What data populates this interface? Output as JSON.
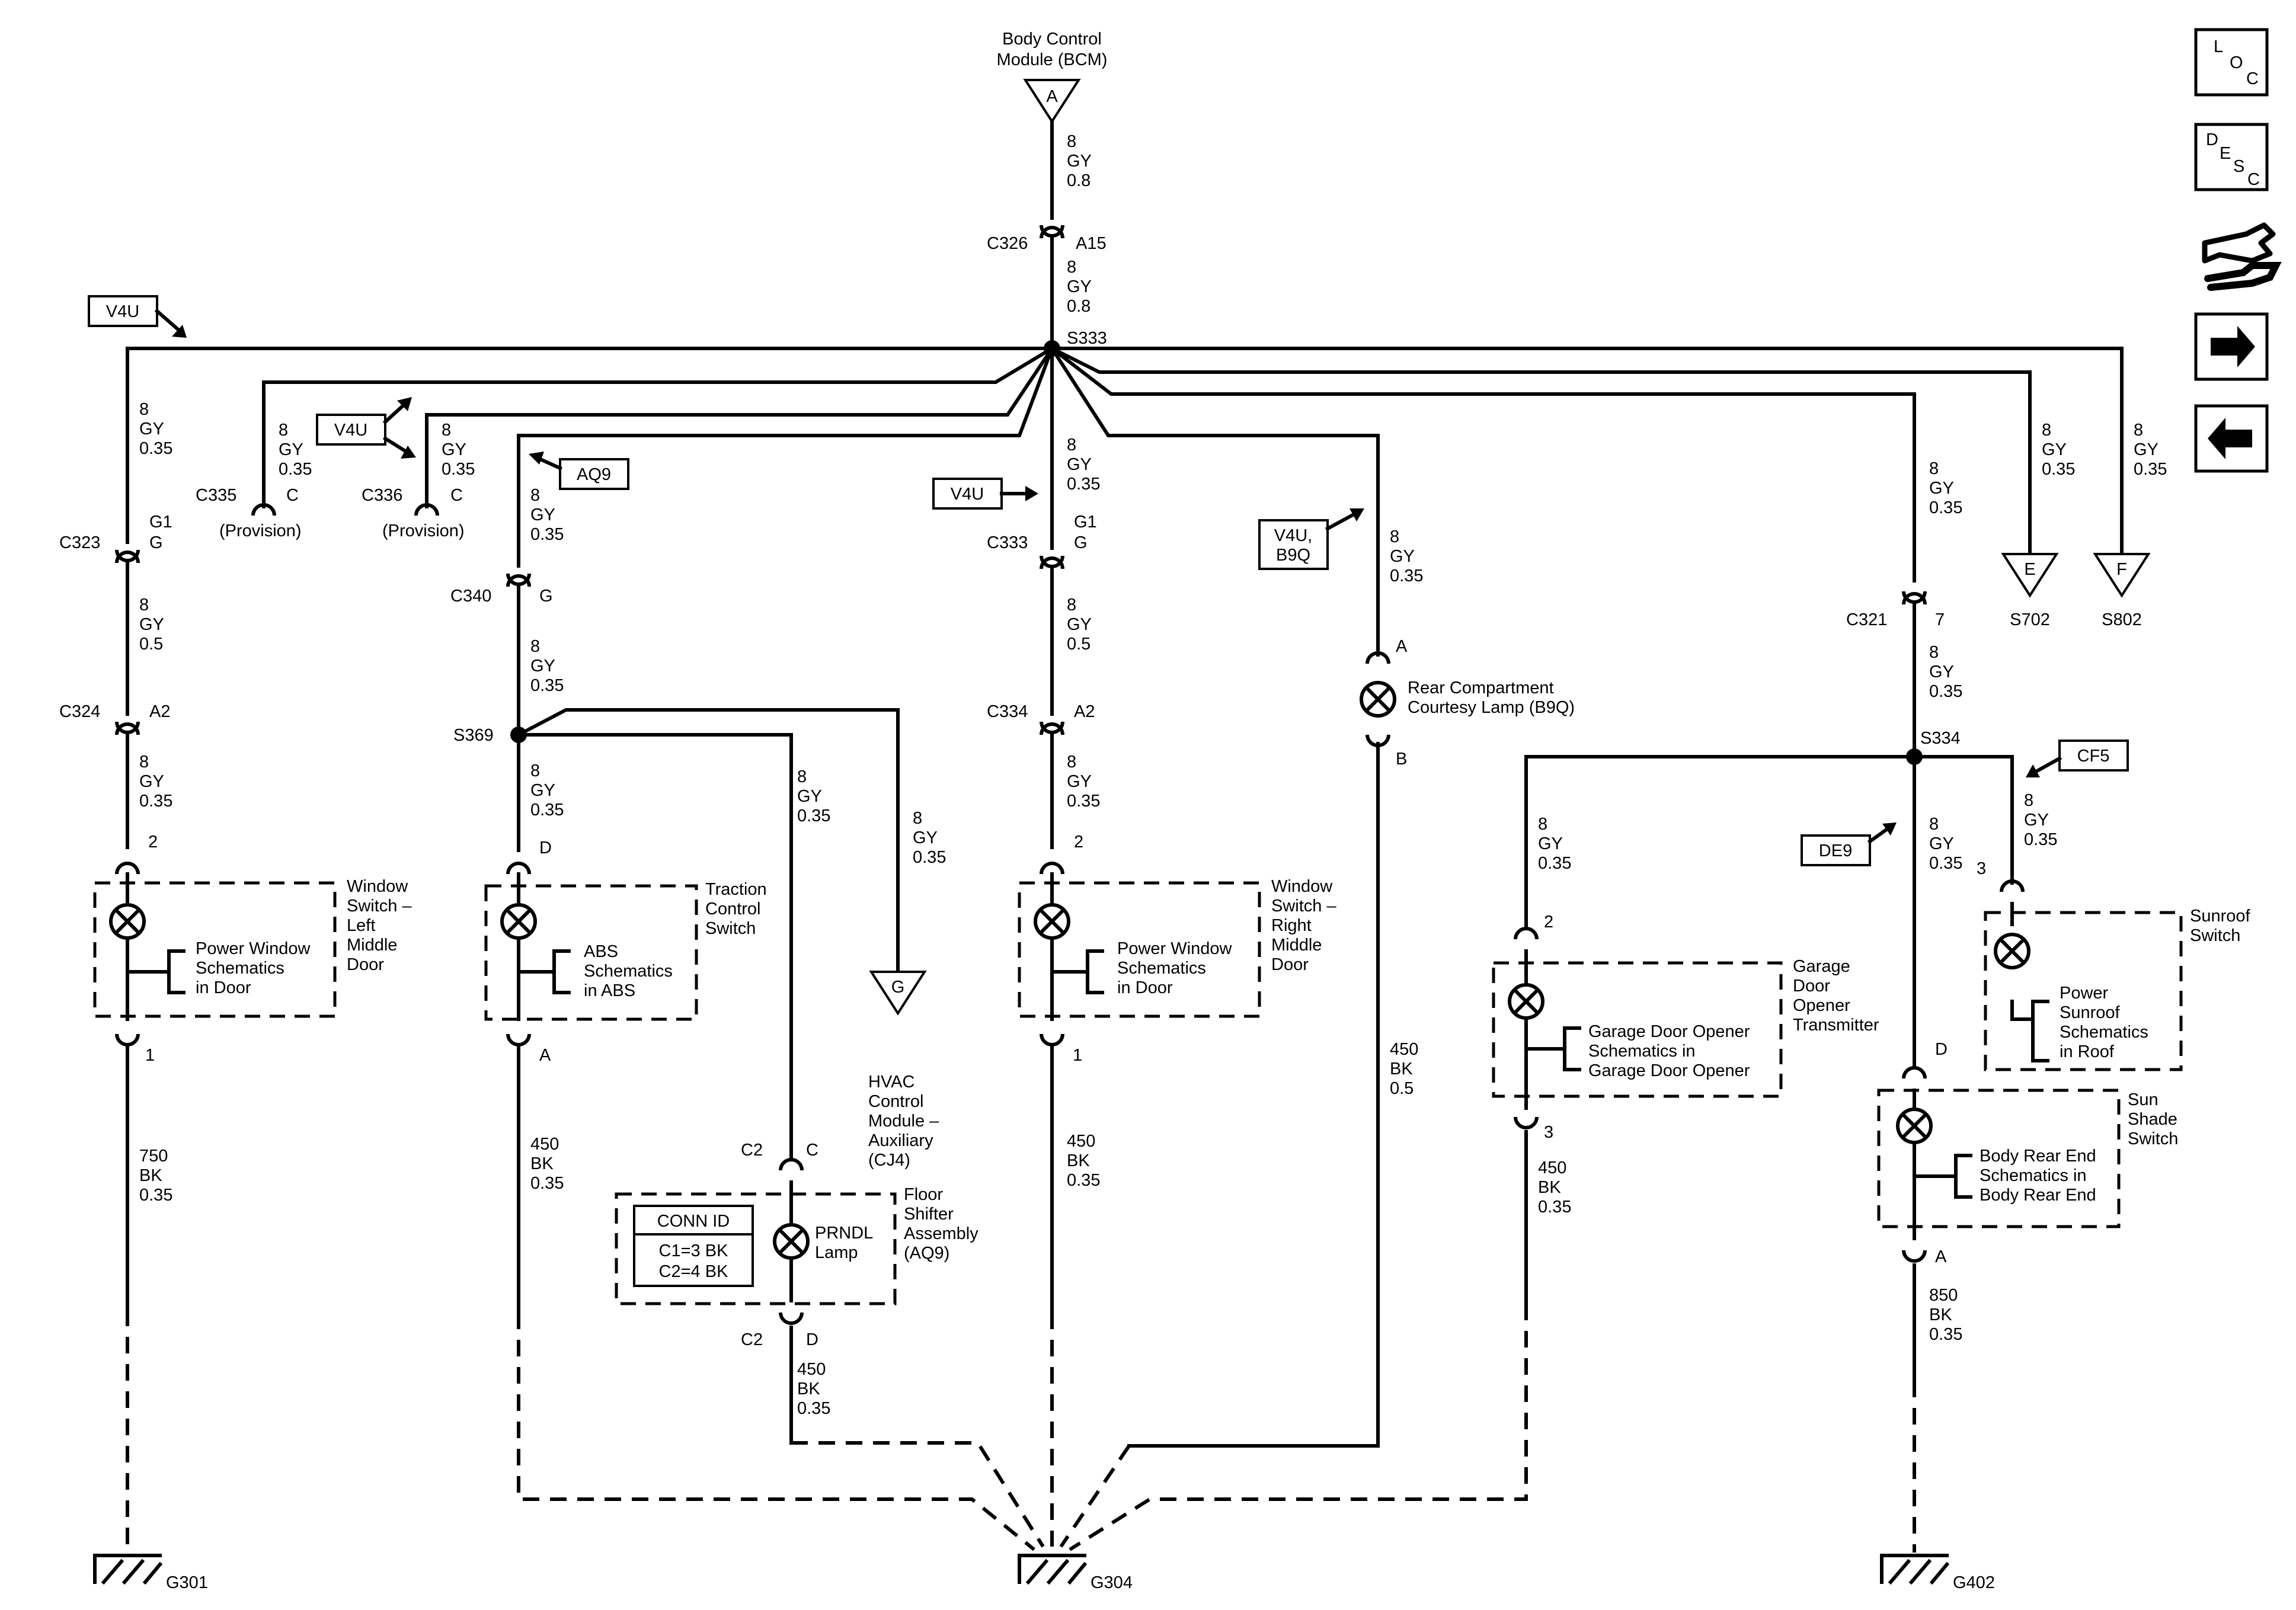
{
  "source": {
    "label_l1": "Body Control",
    "label_l2": "Module (BCM)",
    "tag": "A"
  },
  "wires": {
    "gy08": [
      "8",
      "GY",
      "0.8"
    ],
    "gy035": [
      "8",
      "GY",
      "0.35"
    ],
    "gy05": [
      "8",
      "GY",
      "0.5"
    ],
    "bk750": [
      "750",
      "BK",
      "0.35"
    ],
    "bk450": [
      "450",
      "BK",
      "0.35"
    ],
    "bk450b": [
      "450",
      "BK",
      "0.5"
    ],
    "bk850": [
      "850",
      "BK",
      "0.35"
    ]
  },
  "connectors": {
    "C326": "C326",
    "A15": "A15",
    "C323": "C323",
    "G1": "G1",
    "G": "G",
    "C324": "C324",
    "A2": "A2",
    "C335": "C335",
    "C336": "C336",
    "C": "C",
    "C340": "C340",
    "C333": "C333",
    "C334": "C334",
    "C321": "C321",
    "p7": "7",
    "p2": "2",
    "p1": "1",
    "pD": "D",
    "pA": "A",
    "pB": "B",
    "p3": "3",
    "C2": "C2",
    "pC": "C"
  },
  "splices": {
    "S333": "S333",
    "S369": "S369",
    "S334": "S334"
  },
  "grounds": {
    "G301": "G301",
    "G304": "G304",
    "G402": "G402"
  },
  "tags": {
    "V4U": "V4U",
    "AQ9": "AQ9",
    "V4U_B9Q_l1": "V4U,",
    "V4U_B9Q_l2": "B9Q",
    "CF5": "CF5",
    "DE9": "DE9"
  },
  "offpage": {
    "E": "E",
    "F": "F",
    "G": "G",
    "S702": "S702",
    "S802": "S802"
  },
  "provision": "(Provision)",
  "components": {
    "wsl": [
      "Window",
      "Switch –",
      "Left",
      "Middle",
      "Door"
    ],
    "wsl_inner": [
      "Power Window",
      "Schematics",
      "in Door"
    ],
    "tcs": [
      "Traction",
      "Control",
      "Switch"
    ],
    "tcs_inner": [
      "ABS",
      "Schematics",
      "in ABS"
    ],
    "hvac": [
      "HVAC",
      "Control",
      "Module –",
      "Auxiliary",
      "(CJ4)"
    ],
    "fsa": [
      "Floor",
      "Shifter",
      "Assembly",
      "(AQ9)"
    ],
    "prndl": [
      "PRNDL",
      "Lamp"
    ],
    "connid": [
      "CONN ID",
      "C1=3 BK",
      "C2=4 BK"
    ],
    "wsr": [
      "Window",
      "Switch –",
      "Right",
      "Middle",
      "Door"
    ],
    "wsr_inner": [
      "Power Window",
      "Schematics",
      "in Door"
    ],
    "rear": [
      "Rear Compartment",
      "Courtesy Lamp (B9Q)"
    ],
    "garage": [
      "Garage",
      "Door",
      "Opener",
      "Transmitter"
    ],
    "garage_inner": [
      "Garage Door Opener",
      "Schematics in",
      "Garage Door Opener"
    ],
    "sunroof": [
      "Sunroof",
      "Switch"
    ],
    "sunroof_inner": [
      "Power",
      "Sunroof",
      "Schematics",
      "in Roof"
    ],
    "sunshade": [
      "Sun",
      "Shade",
      "Switch"
    ],
    "sunshade_inner": [
      "Body Rear End",
      "Schematics in",
      "Body Rear End"
    ]
  },
  "nav": {
    "loc": [
      "L",
      "O",
      "C"
    ],
    "desc": [
      "D",
      "E",
      "S",
      "C"
    ]
  },
  "nav_icons": [
    "wiring-harness-icon",
    "arrow-right-icon",
    "arrow-left-icon"
  ]
}
